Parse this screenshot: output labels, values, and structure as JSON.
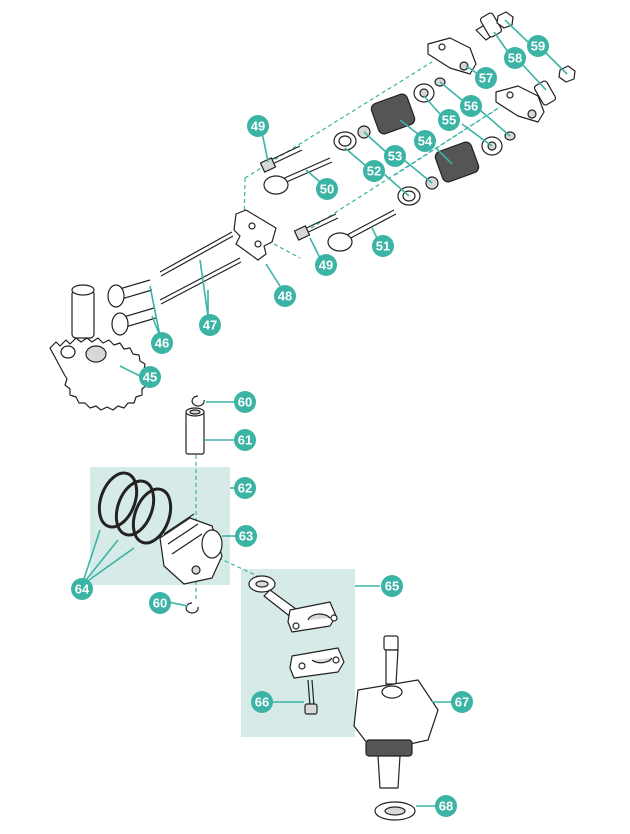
{
  "colors": {
    "accent": "#3bb3a5",
    "panel": "#d6ebe8",
    "line": "#222222"
  },
  "callouts": {
    "c45": "45",
    "c46": "46",
    "c47": "47",
    "c48": "48",
    "c49a": "49",
    "c49b": "49",
    "c50": "50",
    "c51": "51",
    "c52": "52",
    "c53": "53",
    "c54": "54",
    "c55": "55",
    "c56": "56",
    "c57": "57",
    "c58": "58",
    "c59": "59",
    "c60a": "60",
    "c60b": "60",
    "c61": "61",
    "c62": "62",
    "c63": "63",
    "c64": "64",
    "c65": "65",
    "c66": "66",
    "c67": "67",
    "c68": "68"
  }
}
